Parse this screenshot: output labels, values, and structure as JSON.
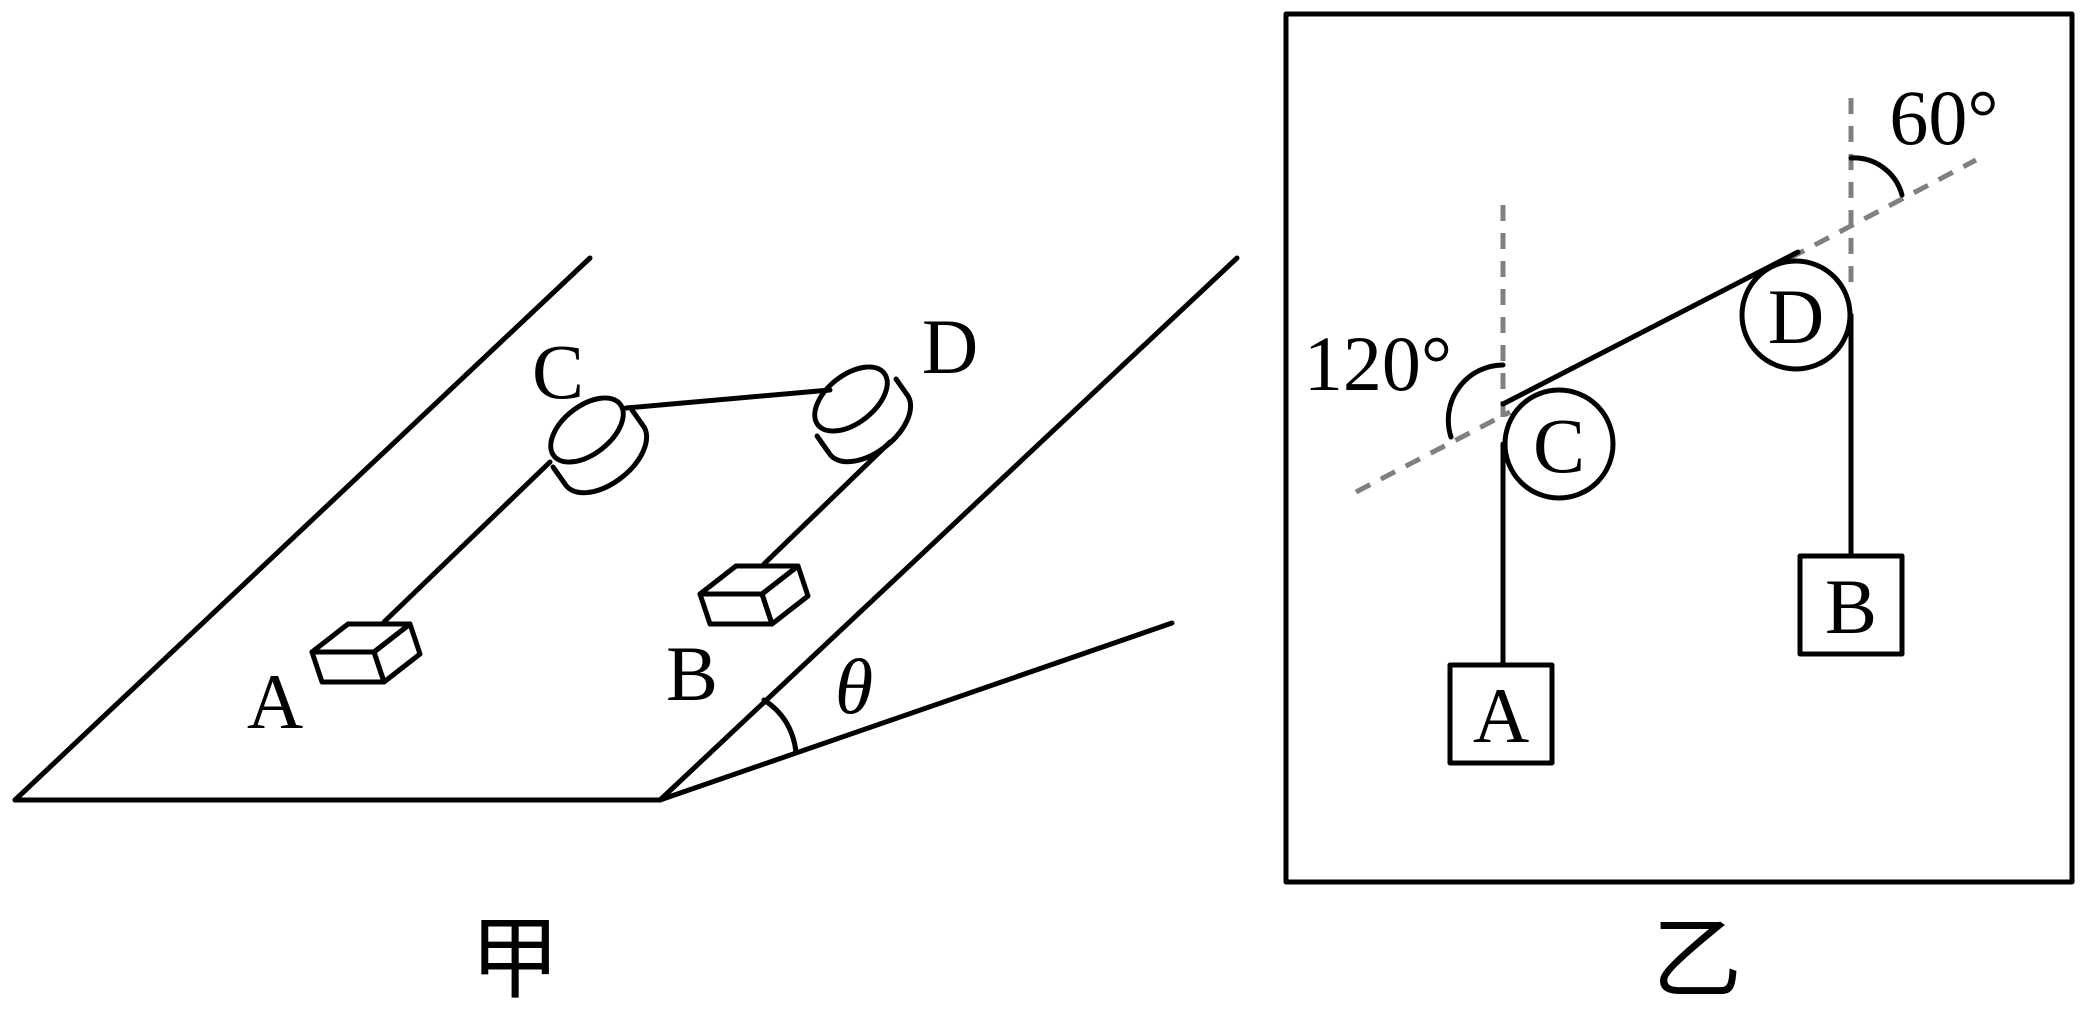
{
  "figure_jia": {
    "label_A": "A",
    "label_B": "B",
    "label_C": "C",
    "label_D": "D",
    "angle_label": "θ",
    "caption": "甲"
  },
  "figure_yi": {
    "label_A": "A",
    "label_B": "B",
    "label_C": "C",
    "label_D": "D",
    "angle_c": "120°",
    "angle_d": "60°",
    "caption": "乙"
  }
}
